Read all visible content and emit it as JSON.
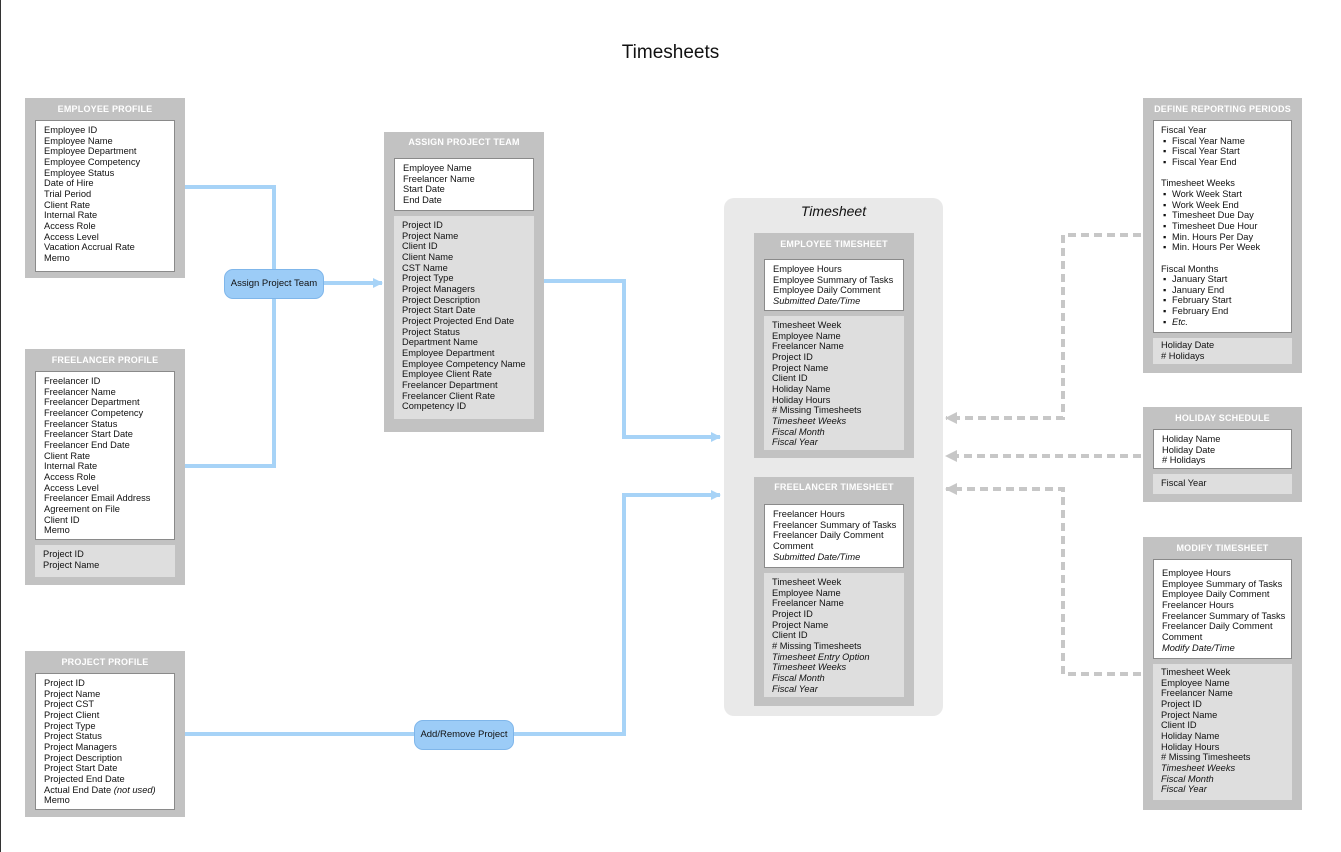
{
  "page": {
    "title": "Timesheets"
  },
  "employee_profile": {
    "title": "EMPLOYEE PROFILE",
    "fields": [
      "Employee ID",
      "Employee Name",
      "Employee Department",
      "Employee Competency",
      "Employee Status",
      "Date of Hire",
      "Trial Period",
      "Client Rate",
      "Internal Rate",
      "Access Role",
      "Access Level",
      "Vacation Accrual Rate",
      "Memo"
    ]
  },
  "freelancer_profile": {
    "title": "FREELANCER PROFILE",
    "fields": [
      "Freelancer ID",
      "Freelancer Name",
      "Freelancer Department",
      "Freelancer Competency",
      "Freelancer Status",
      "Freelancer Start Date",
      "Freelancer End Date",
      "Client Rate",
      "Internal Rate",
      "Access Role",
      "Access Level",
      "Freelancer Email Address",
      "Agreement on File",
      "Client ID",
      "Memo"
    ],
    "related": [
      "Project ID",
      "Project Name"
    ]
  },
  "project_profile": {
    "title": "PROJECT PROFILE",
    "fields": [
      "Project ID",
      "Project Name",
      "Project CST",
      "Project Client",
      "Project Type",
      "Project Status",
      "Project Managers",
      "Project Description",
      "Project Start Date",
      "Projected End Date",
      "Actual End Date",
      "Memo"
    ],
    "actual_end_note": "(not used)"
  },
  "assign_project_team": {
    "title": "ASSIGN PROJECT TEAM",
    "fields": [
      "Employee Name",
      "Freelancer Name",
      "Start Date",
      "End Date"
    ],
    "related": [
      "Project ID",
      "Project Name",
      "Client ID",
      "Client Name",
      "CST Name",
      "Project Type",
      "Project Managers",
      "Project Description",
      "Project Start Date",
      "Project Projected End Date",
      "Project Status",
      "Department Name",
      "Employee Department",
      "Employee Competency Name",
      "Employee Client Rate",
      "Freelancer Department",
      "Freelancer Client Rate",
      "Competency ID"
    ]
  },
  "actions": {
    "assign_team": "Assign Project Team",
    "add_remove_project": "Add/Remove Project"
  },
  "timesheet": {
    "title": "Timesheet",
    "employee": {
      "title": "EMPLOYEE TIMESHEET",
      "fields": [
        "Employee Hours",
        "Employee Summary of Tasks",
        "Employee Daily Comment",
        "Submitted Date/Time"
      ],
      "related": [
        "Timesheet Week",
        "Employee Name",
        "Freelancer Name",
        "Project ID",
        "Project Name",
        "Client ID",
        "Holiday Name",
        "Holiday Hours",
        "# Missing Timesheets",
        "Timesheet Weeks",
        "Fiscal Month",
        "Fiscal Year"
      ]
    },
    "freelancer": {
      "title": "FREELANCER TIMESHEET",
      "fields": [
        "Freelancer Hours",
        "Freelancer Summary of Tasks",
        "Freelancer Daily Comment",
        "Comment",
        "Submitted Date/Time"
      ],
      "related": [
        "Timesheet Week",
        "Employee Name",
        "Freelancer Name",
        "Project ID",
        "Project Name",
        "Client ID",
        "# Missing Timesheets",
        "Timesheet Entry Option",
        "Timesheet Weeks",
        "Fiscal Month",
        "Fiscal Year"
      ]
    }
  },
  "define_reporting_periods": {
    "title": "DEFINE REPORTING PERIODS",
    "fiscal_year": {
      "label": "Fiscal Year",
      "items": [
        "Fiscal Year Name",
        "Fiscal Year Start",
        "Fiscal Year End"
      ]
    },
    "timesheet_weeks": {
      "label": "Timesheet Weeks",
      "items": [
        "Work Week Start",
        "Work Week End",
        "Timesheet Due Day",
        "Timesheet Due Hour",
        "Min. Hours Per Day",
        "Min. Hours Per Week"
      ]
    },
    "fiscal_months": {
      "label": "Fiscal Months",
      "items": [
        "January Start",
        "January End",
        "February Start",
        "February End",
        "Etc."
      ]
    },
    "related": [
      "Holiday Date",
      "# Holidays"
    ]
  },
  "holiday_schedule": {
    "title": "HOLIDAY SCHEDULE",
    "fields": [
      "Holiday Name",
      "Holiday Date",
      "# Holidays"
    ],
    "related": [
      "Fiscal Year"
    ]
  },
  "modify_timesheet": {
    "title": "MODIFY TIMESHEET",
    "fields": [
      "Employee Hours",
      "Employee Summary of Tasks",
      "Employee Daily Comment",
      "Freelancer Hours",
      "Freelancer Summary of Tasks",
      "Freelancer Daily Comment",
      "Comment",
      "Modify Date/Time"
    ],
    "related": [
      "Timesheet Week",
      "Employee Name",
      "Freelancer Name",
      "Project ID",
      "Project Name",
      "Client ID",
      "Holiday Name",
      "Holiday Hours",
      "# Missing Timesheets",
      "Timesheet Weeks",
      "Fiscal Month",
      "Fiscal Year"
    ]
  },
  "colors": {
    "flow_line": "#a7d3f7",
    "dashed_line": "#c7c7c7",
    "box_header": "#c2c2c2",
    "pill": "#9cccf7"
  }
}
